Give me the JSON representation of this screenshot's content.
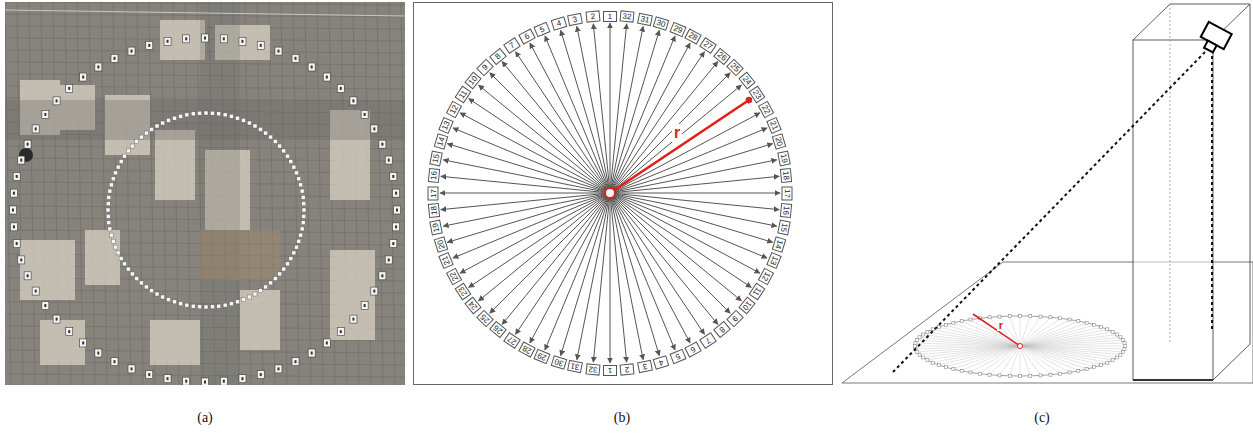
{
  "diagram": {
    "nodes": [
      {
        "text": [
          "1"
        ]
      },
      {
        "text": [
          "2"
        ]
      },
      {
        "text": [
          "3"
        ]
      },
      {
        "text": [
          "4"
        ]
      },
      {
        "text": [
          "5"
        ]
      },
      {
        "text": [
          "6"
        ]
      },
      {
        "text": [
          "7"
        ]
      },
      {
        "text": [
          "8"
        ]
      },
      {
        "text": [
          "9"
        ]
      },
      {
        "text": [
          "10"
        ]
      },
      {
        "text": [
          "11"
        ]
      },
      {
        "text": [
          "12"
        ]
      },
      {
        "text": [
          "13"
        ]
      },
      {
        "text": [
          "14"
        ]
      },
      {
        "text": [
          "15"
        ]
      },
      {
        "text": [
          "16"
        ]
      },
      {
        "text": [
          "17"
        ]
      },
      {
        "text": [
          "18"
        ]
      },
      {
        "text": [
          "19"
        ]
      },
      {
        "text": [
          "20"
        ]
      },
      {
        "text": [
          "21"
        ]
      },
      {
        "text": [
          "22"
        ]
      },
      {
        "text": [
          "23"
        ]
      },
      {
        "text": [
          "24"
        ]
      },
      {
        "text": [
          "25"
        ]
      },
      {
        "text": [
          "26"
        ]
      },
      {
        "text": [
          "27"
        ]
      },
      {
        "text": [
          "28"
        ]
      },
      {
        "text": [
          "29"
        ]
      },
      {
        "text": [
          "30"
        ]
      },
      {
        "text": [
          "31"
        ]
      },
      {
        "text": [
          "32"
        ]
      },
      {
        "text": [
          "1"
        ]
      },
      {
        "text": [
          "2"
        ]
      },
      {
        "text": [
          "3"
        ]
      },
      {
        "text": [
          "4"
        ]
      },
      {
        "text": [
          "5"
        ]
      },
      {
        "text": [
          "6"
        ]
      },
      {
        "text": [
          "7"
        ]
      },
      {
        "text": [
          "8"
        ]
      },
      {
        "text": [
          "9"
        ]
      },
      {
        "text": [
          "10"
        ]
      },
      {
        "text": [
          "11"
        ]
      },
      {
        "text": [
          "12"
        ]
      },
      {
        "text": [
          "13"
        ]
      },
      {
        "text": [
          "14"
        ]
      },
      {
        "text": [
          "15"
        ]
      },
      {
        "text": [
          "16"
        ]
      },
      {
        "text": [
          "17"
        ]
      },
      {
        "text": [
          "18"
        ]
      },
      {
        "text": [
          "19"
        ]
      },
      {
        "text": [
          "20"
        ]
      },
      {
        "text": [
          "21"
        ]
      },
      {
        "text": [
          "22"
        ]
      },
      {
        "text": [
          "23"
        ]
      },
      {
        "text": [
          "24"
        ]
      },
      {
        "text": [
          "25"
        ]
      },
      {
        "text": [
          "26"
        ]
      },
      {
        "text": [
          "27"
        ]
      },
      {
        "text": [
          "28"
        ]
      },
      {
        "text": [
          "29"
        ]
      },
      {
        "text": [
          "30"
        ]
      },
      {
        "text": [
          "31"
        ]
      },
      {
        "text": [
          "32"
        ]
      }
    ],
    "edges": [
      {
        "from": 0,
        "to": 32,
        "arrow": "both"
      },
      {
        "from": 1,
        "to": 33,
        "arrow": "both"
      },
      {
        "from": 2,
        "to": 34,
        "arrow": "both"
      },
      {
        "from": 3,
        "to": 35,
        "arrow": "both"
      },
      {
        "from": 4,
        "to": 36,
        "arrow": "both"
      },
      {
        "from": 5,
        "to": 37,
        "arrow": "both"
      },
      {
        "from": 6,
        "to": 38,
        "arrow": "both"
      },
      {
        "from": 7,
        "to": 39,
        "arrow": "both"
      },
      {
        "from": 8,
        "to": 40,
        "arrow": "both"
      },
      {
        "from": 9,
        "to": 41,
        "arrow": "both"
      },
      {
        "from": 10,
        "to": 42,
        "arrow": "both"
      },
      {
        "from": 11,
        "to": 43,
        "arrow": "both"
      },
      {
        "from": 12,
        "to": 44,
        "arrow": "both"
      },
      {
        "from": 13,
        "to": 45,
        "arrow": "both"
      },
      {
        "from": 14,
        "to": 46,
        "arrow": "both"
      },
      {
        "from": 15,
        "to": 47,
        "arrow": "both"
      },
      {
        "from": 16,
        "to": 48,
        "arrow": "both"
      },
      {
        "from": 17,
        "to": 49,
        "arrow": "both"
      },
      {
        "from": 18,
        "to": 50,
        "arrow": "both"
      },
      {
        "from": 19,
        "to": 51,
        "arrow": "both"
      },
      {
        "from": 20,
        "to": 52,
        "arrow": "both"
      },
      {
        "from": 21,
        "to": 53,
        "arrow": "both"
      },
      {
        "from": 22,
        "to": 54,
        "arrow": "both"
      },
      {
        "from": 23,
        "to": 55,
        "arrow": "both"
      },
      {
        "from": 24,
        "to": 56,
        "arrow": "both"
      },
      {
        "from": 25,
        "to": 57,
        "arrow": "both"
      },
      {
        "from": 26,
        "to": 58,
        "arrow": "both"
      },
      {
        "from": 27,
        "to": 59,
        "arrow": "both"
      },
      {
        "from": 28,
        "to": 60,
        "arrow": "both"
      },
      {
        "from": 29,
        "to": 61,
        "arrow": "both"
      },
      {
        "from": 30,
        "to": 62,
        "arrow": "both"
      },
      {
        "from": 31,
        "to": 63,
        "arrow": "both"
      }
    ],
    "labels": [
      "(a)",
      "(b)",
      "(c)",
      "r",
      "r"
    ]
  }
}
